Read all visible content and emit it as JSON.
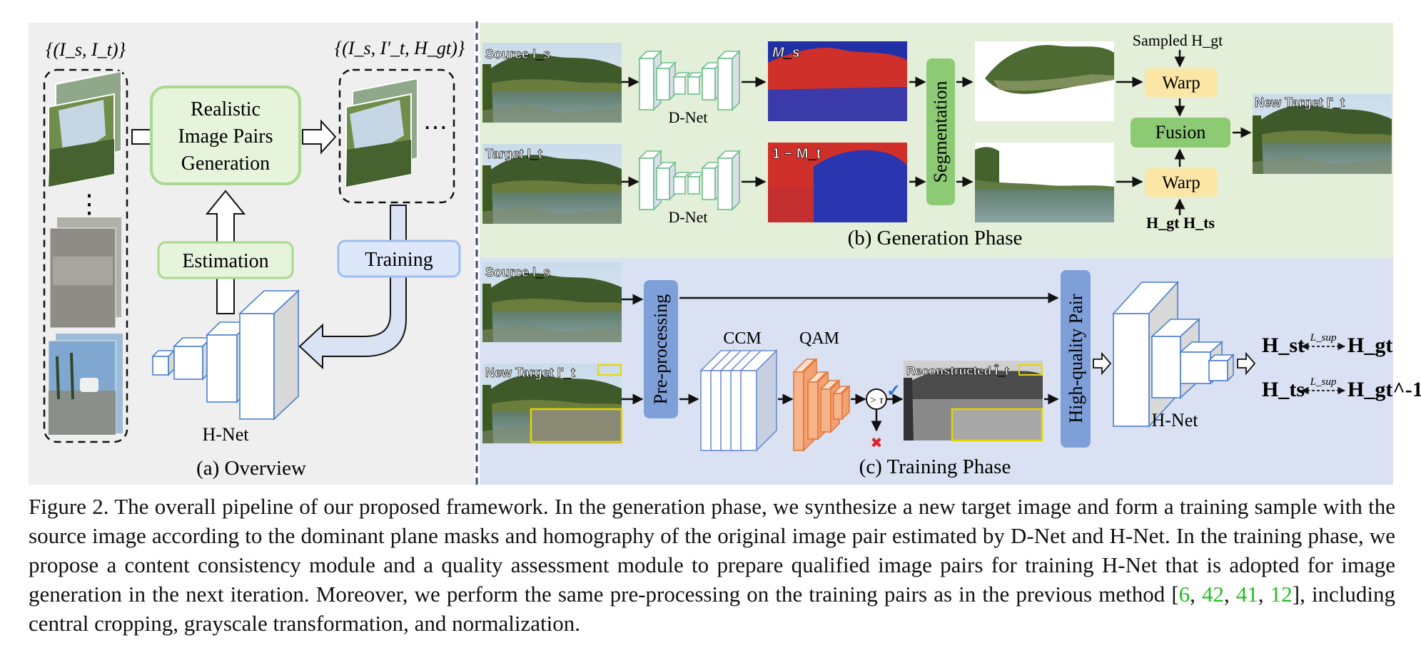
{
  "overview": {
    "set_label": "{(I_s, I_t)}",
    "set_label_right": "{(I_s, I'_t, H_gt)}",
    "generation_box": [
      "Realistic",
      "Image Pairs",
      "Generation"
    ],
    "estimation_label": "Estimation",
    "training_label": "Training",
    "hnet_label": "H-Net",
    "dots_vertical": "⋮",
    "dots_horizontal": "⋯",
    "panel_title": "(a) Overview"
  },
  "generation": {
    "source_tag": "Source I_s",
    "target_tag": "Target I_t",
    "mask_s_tag": "M_s",
    "mask_t_tag": "1 − M_t",
    "dnet_label": "D-Net",
    "segmentation_label": "Segmentation",
    "sampled_label": "Sampled H_gt",
    "warp_label": "Warp",
    "fusion_label": "Fusion",
    "h_bottom_label": "H_gt H_ts",
    "new_target_tag": "New Target I'_t",
    "panel_title": "(b) Generation Phase"
  },
  "training": {
    "source_tag": "Source I_s",
    "new_target_tag": "New Target I'_t",
    "preprocessing_label": "Pre-processing",
    "ccm_label": "CCM",
    "qam_label": "QAM",
    "threshold_label": "> τ",
    "check_mark": "✓",
    "cross_mark": "✖",
    "reconstructed_tag": "Reconstructed Î_t",
    "hq_pair_label": "High-quality Pair",
    "hnet_label": "H-Net",
    "loss_label": "L_sup",
    "eq1_left": "H_st",
    "eq1_right": "H_gt",
    "eq2_left": "H_ts",
    "eq2_right": "H_gt^-1",
    "panel_title": "(c) Training Phase"
  },
  "caption": {
    "text_1": "Figure 2. The overall pipeline of our proposed framework. In the generation phase, we synthesize a new target image and form a training sample with the source image according to the dominant plane masks and homography of the original image pair estimated by D-Net and H-Net. In the training phase, we propose a content consistency module and a quality assessment module to prepare qualified image pairs for training H-Net that is adopted for image generation in the next iteration. Moreover, we perform the same pre-processing on the training pairs as in the previous method [",
    "ref_1": "6",
    "sep_1": ", ",
    "ref_2": "42",
    "sep_2": ", ",
    "ref_3": "41",
    "sep_3": ", ",
    "ref_4": "12",
    "text_2": "], including central cropping, grayscale transformation, and normalization."
  },
  "colors": {
    "panel_a_bg": "#efefef",
    "panel_b_bg": "#e3efd8",
    "panel_c_bg": "#d9e1f2",
    "green_box": "#7dc06a",
    "green_fill": "#e6f4dc",
    "blue_box": "#7d9ad2",
    "orange_box": "#f0a070",
    "warp_fill": "#fbe6a6",
    "reference_green": "#1fbf1f"
  }
}
